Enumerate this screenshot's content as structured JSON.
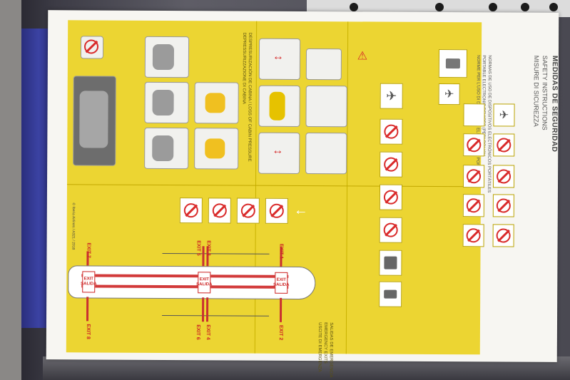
{
  "card": {
    "title": "MEDIDAS DE SEGURIDAD",
    "subtitle_en": "SAFETY INSTRUCTIONS",
    "subtitle_it": "MISURE DI SICUREZZA",
    "section_ped": "NORMAS DE USO DE DISPOSITIVOS ELECTRÓNICOS PORTÁTILES",
    "section_ped_en": "PORTABLE ELECTRONIC DEVICES (PED) POLICY",
    "section_ped_it": "NORME PER L'USO DI DISPOSITIVI ELETTRONICI PORTATILI",
    "section_decompression": "DESPRESURIZACIÓN DE CABINA / LOSS OF CABIN PRESSURE",
    "section_decompression_it": "DEPRESSURIZZAZIONE DI CABINA",
    "section_exits": "SALIDAS DE EMERGENCIA",
    "section_exits_en": "EMERGENCY EXITS",
    "section_exits_it": "USCITE DI EMERGENZA",
    "footer": "© Iberia Airlines / A321 / 2018"
  },
  "exits": {
    "labels": [
      "EXIT 1",
      "EXIT 2",
      "EXIT 3",
      "EXIT 4",
      "EXIT 5",
      "EXIT 6",
      "EXIT 7",
      "EXIT 8"
    ],
    "door_sign": "EXIT SALIDA"
  },
  "colors": {
    "card_yellow": "#ecd532",
    "exit_red": "#c22222",
    "card_white": "#f7f6f2"
  }
}
